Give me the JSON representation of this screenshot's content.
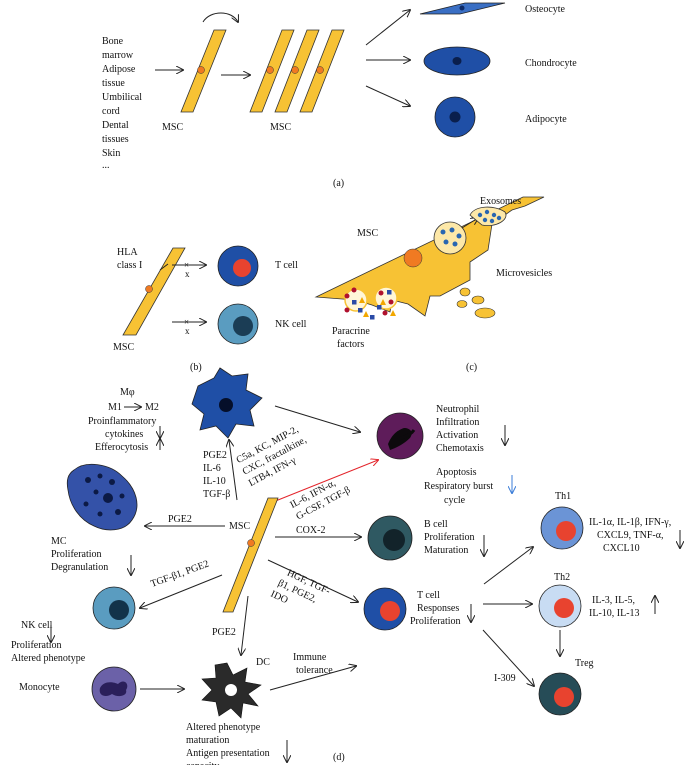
{
  "panel_a": {
    "sources": [
      "Bone",
      "marrow",
      "Adipose",
      "tissue",
      "Umbilical",
      "cord",
      "Dental",
      "tissues",
      "Skin",
      "..."
    ],
    "msc1": "MSC",
    "msc2": "MSC",
    "osteocyte": "Osteocyte",
    "chondrocyte": "Chondrocyte",
    "adipocyte": "Adipocyte",
    "caption": "(a)"
  },
  "panel_b": {
    "hla1": "HLA",
    "hla2": "class I",
    "x1": "x",
    "x2": "x",
    "tcell": "T cell",
    "nkcell": "NK cell",
    "msc": "MSC",
    "caption": "(b)"
  },
  "panel_c": {
    "msc": "MSC",
    "exosomes": "Exosomes",
    "microvesicles": "Microvesicles",
    "paracrine1": "Paracrine",
    "paracrine2": "factors",
    "caption": "(c)"
  },
  "panel_d": {
    "mphi": "Mφ",
    "m1": "M1",
    "m2": "M2",
    "proinflam": "Proinflammatory",
    "cytokines": "cytokines",
    "efferocytosis": "Efferocytosis",
    "mphi_factors": [
      "PGE2",
      "IL-6",
      "IL-10",
      "TGF-β"
    ],
    "neutro_factors_1": [
      "C5a, KC, MIP-2,",
      "CXC, fractalkine,",
      "LTB4, IFN-γ"
    ],
    "neutro_factors_2": [
      "IL-6, IFN-α,",
      "G-CSF, TGF-β"
    ],
    "neutrophil": [
      "Neutrophil",
      "Infiltration",
      "Activation",
      "Chemotaxis"
    ],
    "apoptosis": [
      "Apoptosis",
      "Respiratory burst",
      "cycle"
    ],
    "mc": [
      "MC",
      "Proliferation",
      "Degranulation"
    ],
    "mc_factor": "PGE2",
    "msc": "MSC",
    "cox2": "COX-2",
    "bcell": [
      "B cell",
      "Proliferation",
      "Maturation"
    ],
    "nk_factor": "TGF-β1, PGE2",
    "nk": [
      "NK cell",
      "Proliferation",
      "Altered phenotype"
    ],
    "monocyte": "Monocyte",
    "dc_factor": "PGE2",
    "dc": "DC",
    "dc_effects": [
      "Altered phenotype",
      "maturation",
      "Antigen presentation",
      "capacity"
    ],
    "immune": [
      "Immune",
      "tolerance"
    ],
    "t_factors": [
      "HGF, TGF-",
      "β1, PGE2,",
      "IDO"
    ],
    "tcell": [
      "T cell",
      "Responses",
      "Proliferation"
    ],
    "th1": "Th1",
    "th1_cytokines": [
      "IL-1α, IL-1β, IFN-γ,",
      "CXCL9, TNF-α,",
      "CXCL10"
    ],
    "th2": "Th2",
    "th2_cytokines": [
      "IL-3, IL-5,",
      "IL-10, IL-13"
    ],
    "i309": "I-309",
    "treg": "Treg",
    "caption": "(d)"
  },
  "colors": {
    "msc_yellow": "#f7c234",
    "nucleus_orange": "#f07a22",
    "dark_blue": "#1f4fa6",
    "mid_blue": "#3a6fc4",
    "nk_teal": "#5a9cc0",
    "neutrophil_purple": "#5e1c5a",
    "monocyte_purple": "#6b61a8",
    "bcell_teal": "#2f5962",
    "th1_blue": "#6b94d6",
    "th2_blue": "#c8dcf3",
    "treg_dark": "#264c57",
    "red_arrow": "#e3262c",
    "blue_arrow": "#3b7dd8"
  }
}
